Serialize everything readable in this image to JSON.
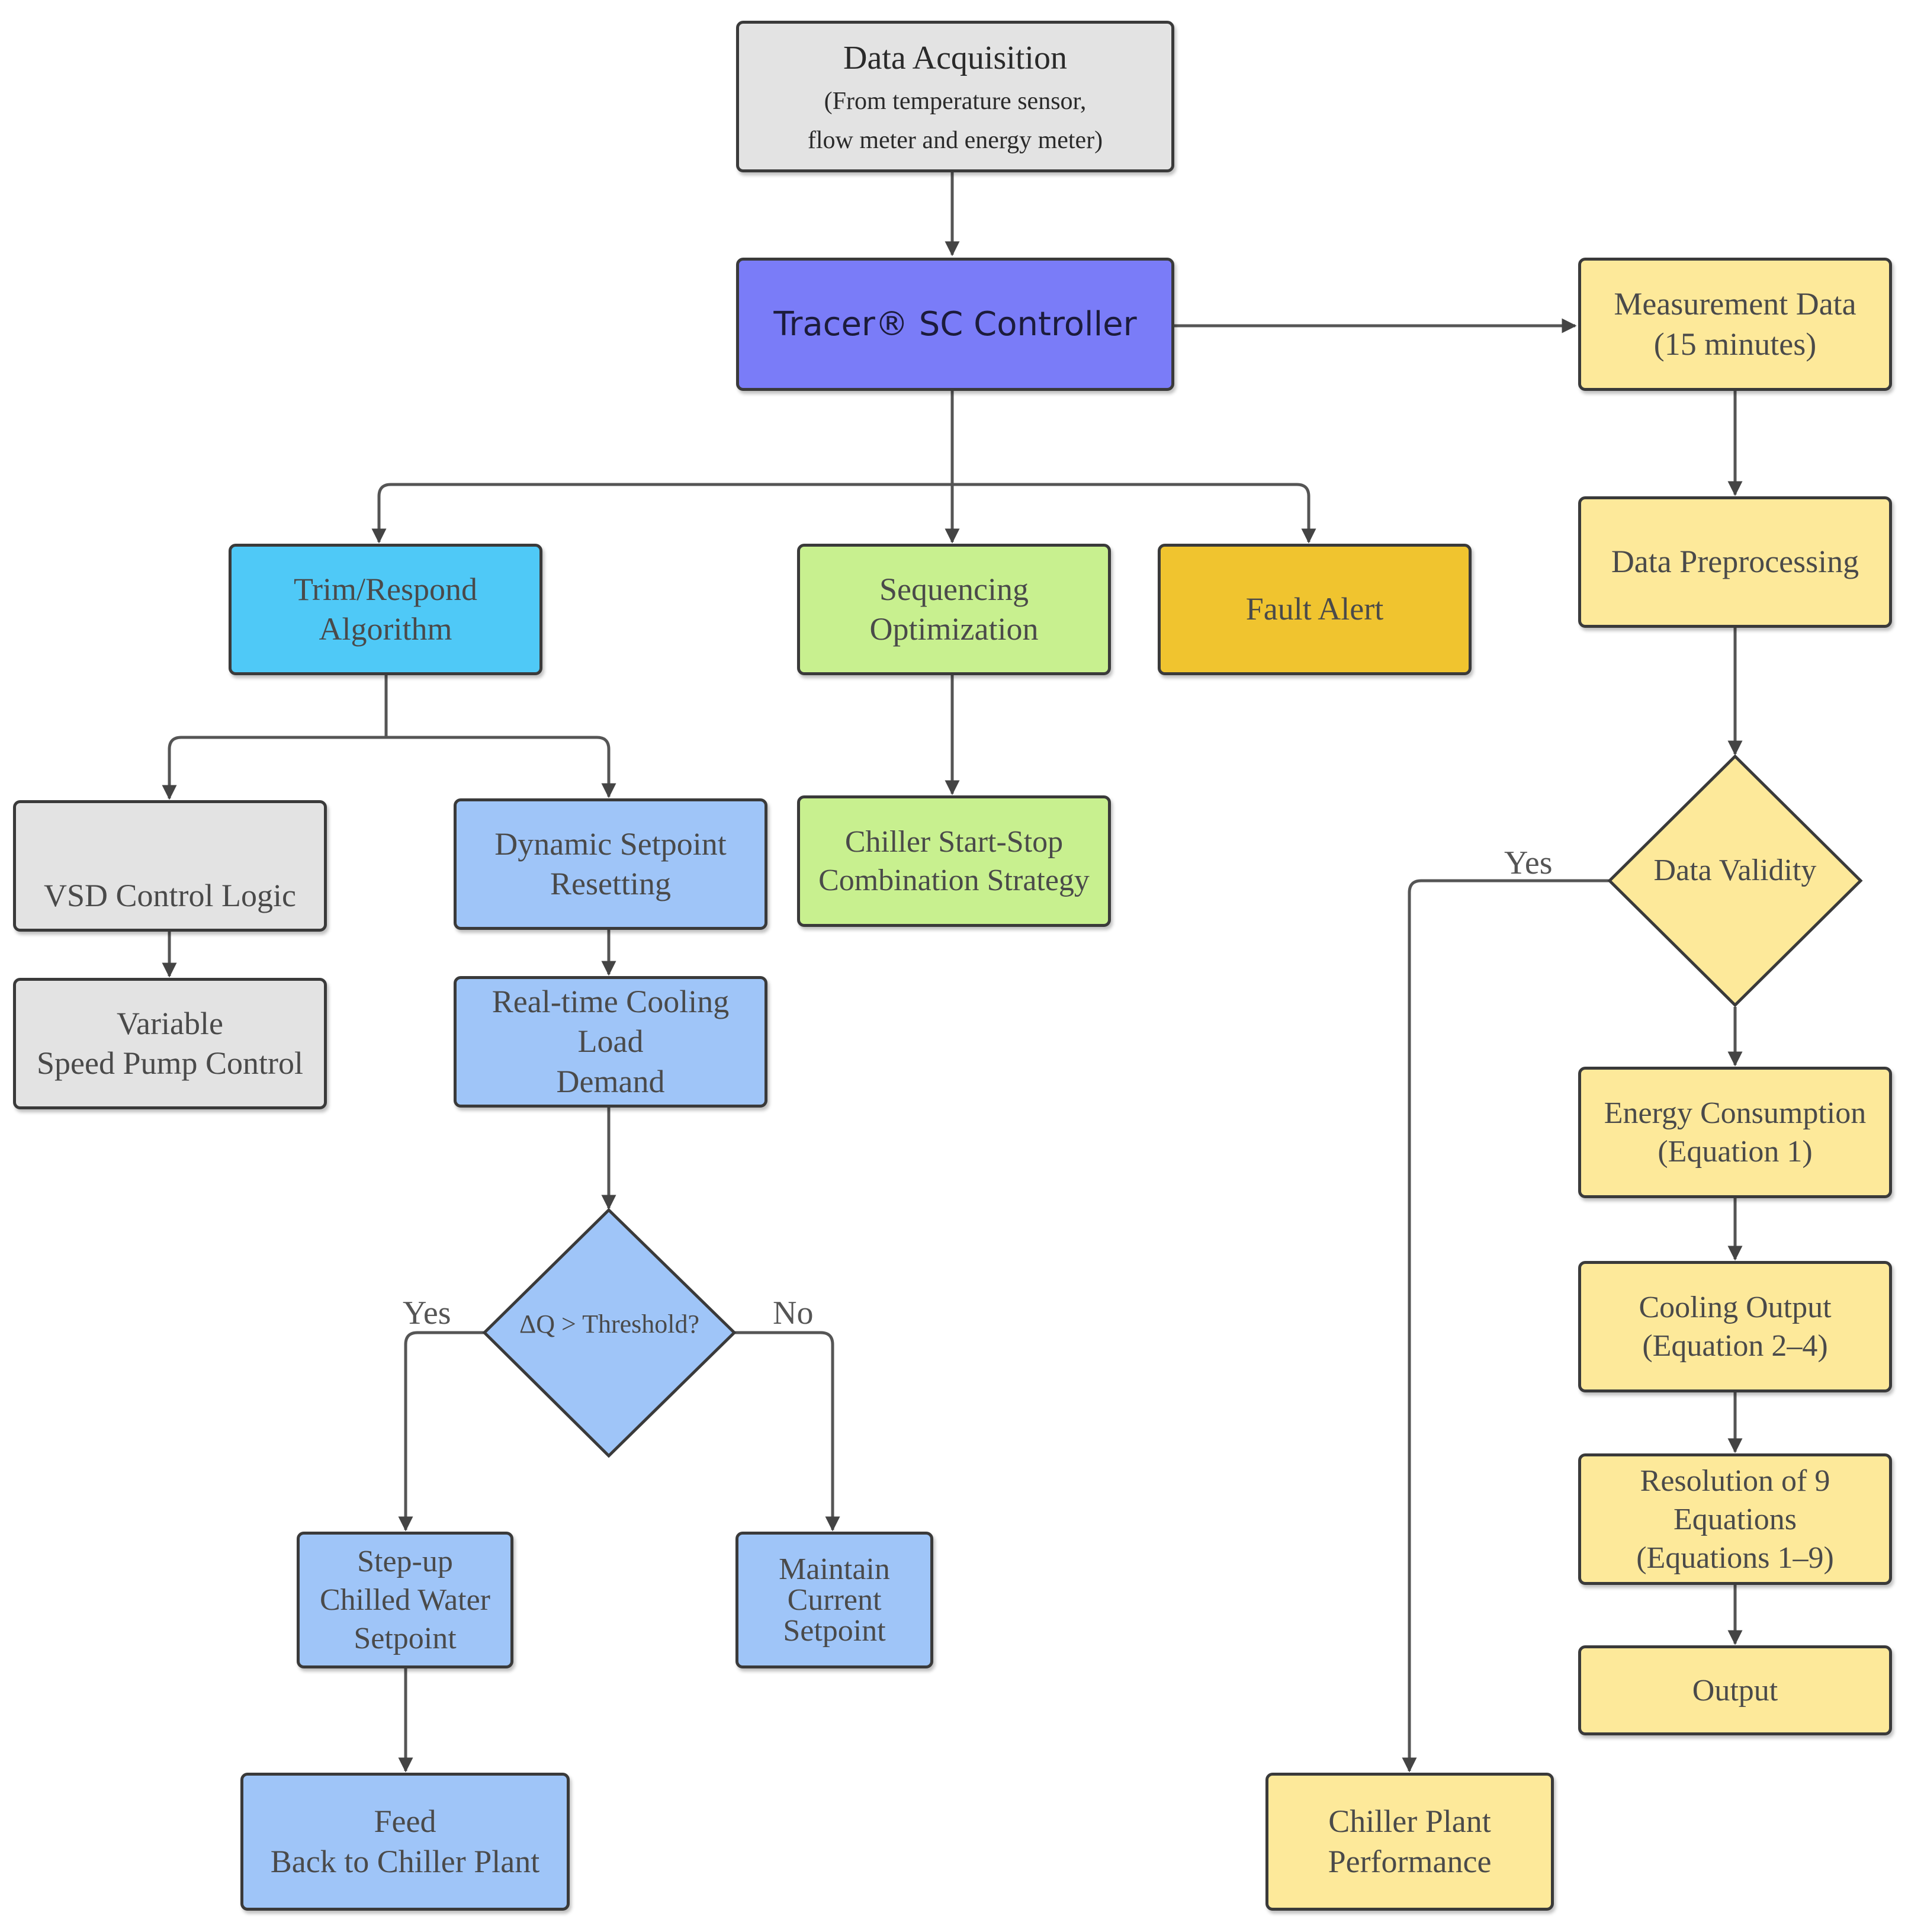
{
  "nodes": {
    "data_acquisition": {
      "title": "Data Acquisition",
      "line1": "(From temperature sensor,",
      "line2": "flow meter and energy meter)"
    },
    "controller": {
      "label": "Tracer® SC Controller"
    },
    "measurement_data": {
      "line1": "Measurement Data",
      "line2": "(15 minutes)"
    },
    "data_preprocessing": {
      "label": "Data Preprocessing"
    },
    "trim_respond": {
      "line1": "Trim/Respond",
      "line2": "Algorithm"
    },
    "sequencing": {
      "line1": "Sequencing",
      "line2": "Optimization"
    },
    "fault_alert": {
      "label": "Fault Alert"
    },
    "vsd_control": {
      "label": "VSD Control Logic"
    },
    "variable_speed": {
      "line1": "Variable",
      "line2": "Speed Pump Control"
    },
    "dynamic_setpoint": {
      "line1": "Dynamic Setpoint",
      "line2": "Resetting"
    },
    "realtime_cooling": {
      "line1": "Real-time Cooling",
      "line2": "Load",
      "line3": "Demand"
    },
    "chiller_start_stop": {
      "line1": "Chiller Start-Stop",
      "line2": "Combination Strategy"
    },
    "data_validity": {
      "label": "Data Validity"
    },
    "threshold": {
      "label": "ΔQ > Threshold?"
    },
    "energy_consumption": {
      "line1": "Energy Consumption",
      "line2": "(Equation 1)"
    },
    "cooling_output": {
      "line1": "Cooling Output",
      "line2": "(Equation 2–4)"
    },
    "resolution": {
      "line1": "Resolution of 9",
      "line2": "Equations",
      "line3": "(Equations 1–9)"
    },
    "output": {
      "label": "Output"
    },
    "step_up": {
      "line1": "Step-up",
      "line2": "Chilled Water",
      "line3": "Setpoint"
    },
    "maintain": {
      "line1": "Maintain",
      "line2": "Current",
      "line3": "Setpoint"
    },
    "feed_back": {
      "line1": "Feed",
      "line2": "Back to Chiller Plant"
    },
    "chiller_performance": {
      "line1": "Chiller Plant",
      "line2": "Performance"
    }
  },
  "edge_labels": {
    "validity_yes": "Yes",
    "threshold_yes": "Yes",
    "threshold_no": "No"
  },
  "colors": {
    "gray": "#e3e3e3",
    "violet": "#7a7cf8",
    "cyan": "#4fc9f7",
    "green": "#c8f08f",
    "gold": "#f0c42f",
    "blue": "#9fc5f8",
    "yellow": "#fde99a",
    "border": "#3a3a3a",
    "connector": "#555555"
  }
}
